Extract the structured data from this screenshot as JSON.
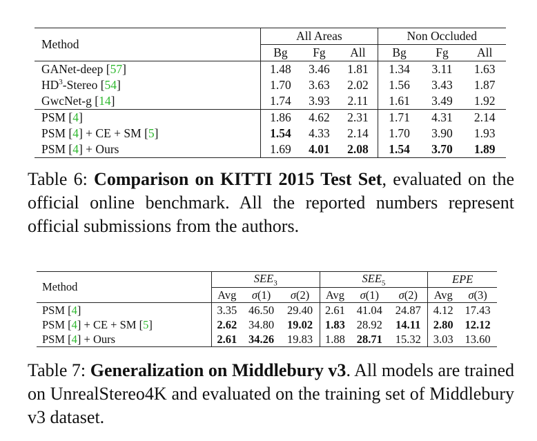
{
  "table6": {
    "method_header": "Method",
    "group_all": "All Areas",
    "group_noc": "Non Occluded",
    "sub_headers": [
      "Bg",
      "Fg",
      "All",
      "Bg",
      "Fg",
      "All"
    ],
    "rows": [
      {
        "pre": "GANet-deep [",
        "cite": "57",
        "post": "]",
        "vals": [
          "1.48",
          "3.46",
          "1.81",
          "1.34",
          "3.11",
          "1.63"
        ]
      },
      {
        "pre": "HD",
        "sup": "3",
        "pre2": "-Stereo [",
        "cite": "54",
        "post": "]",
        "vals": [
          "1.70",
          "3.63",
          "2.02",
          "1.56",
          "3.43",
          "1.87"
        ]
      },
      {
        "pre": "GwcNet-g [",
        "cite": "14",
        "post": "]",
        "vals": [
          "1.74",
          "3.93",
          "2.11",
          "1.61",
          "3.49",
          "1.92"
        ]
      },
      {
        "pre": "PSM [",
        "cite": "4",
        "post": "]",
        "vals": [
          "1.86",
          "4.62",
          "2.31",
          "1.71",
          "4.31",
          "2.14"
        ]
      },
      {
        "pre": "PSM [",
        "cite": "4",
        "post": "] + CE + SM [",
        "cite2": "5",
        "post2": "]",
        "vals": [
          "1.54",
          "4.33",
          "2.14",
          "1.70",
          "3.90",
          "1.93"
        ]
      },
      {
        "pre": "PSM [",
        "cite": "4",
        "post": "] + Ours",
        "vals": [
          "1.69",
          "4.01",
          "2.08",
          "1.54",
          "3.70",
          "1.89"
        ]
      }
    ],
    "caption": {
      "label": "Table 6: ",
      "bold": "Comparison on KITTI 2015 Test Set",
      "rest": ", evaluated on the official online benchmark. All the reported numbers represent official submissions from the authors."
    }
  },
  "table7": {
    "method_header": "Method",
    "group1": {
      "base": "SEE",
      "sub": "3"
    },
    "group2": {
      "base": "SEE",
      "sub": "5"
    },
    "group3": "EPE",
    "sub_headers": {
      "avg": "Avg",
      "sigma": "σ",
      "s1": "(1)",
      "s2": "(2)",
      "s3": "(3)"
    },
    "rows": [
      {
        "pre": "PSM [",
        "cite": "4",
        "post": "]",
        "vals": [
          "3.35",
          "46.50",
          "29.40",
          "2.61",
          "41.04",
          "24.87",
          "4.12",
          "17.43"
        ]
      },
      {
        "pre": "PSM [",
        "cite": "4",
        "post": "] + CE + SM [",
        "cite2": "5",
        "post2": "]",
        "vals": [
          "2.62",
          "34.80",
          "19.02",
          "1.83",
          "28.92",
          "14.11",
          "2.80",
          "12.12"
        ]
      },
      {
        "pre": "PSM [",
        "cite": "4",
        "post": "] + Ours",
        "vals": [
          "2.61",
          "34.26",
          "19.83",
          "1.88",
          "28.71",
          "15.32",
          "3.03",
          "13.60"
        ]
      }
    ],
    "caption": {
      "label": "Table 7: ",
      "bold": "Generalization on Middlebury v3",
      "rest": ". All models are trained on UnrealStereo4K and evaluated on the training set of Middlebury v3 dataset."
    }
  }
}
